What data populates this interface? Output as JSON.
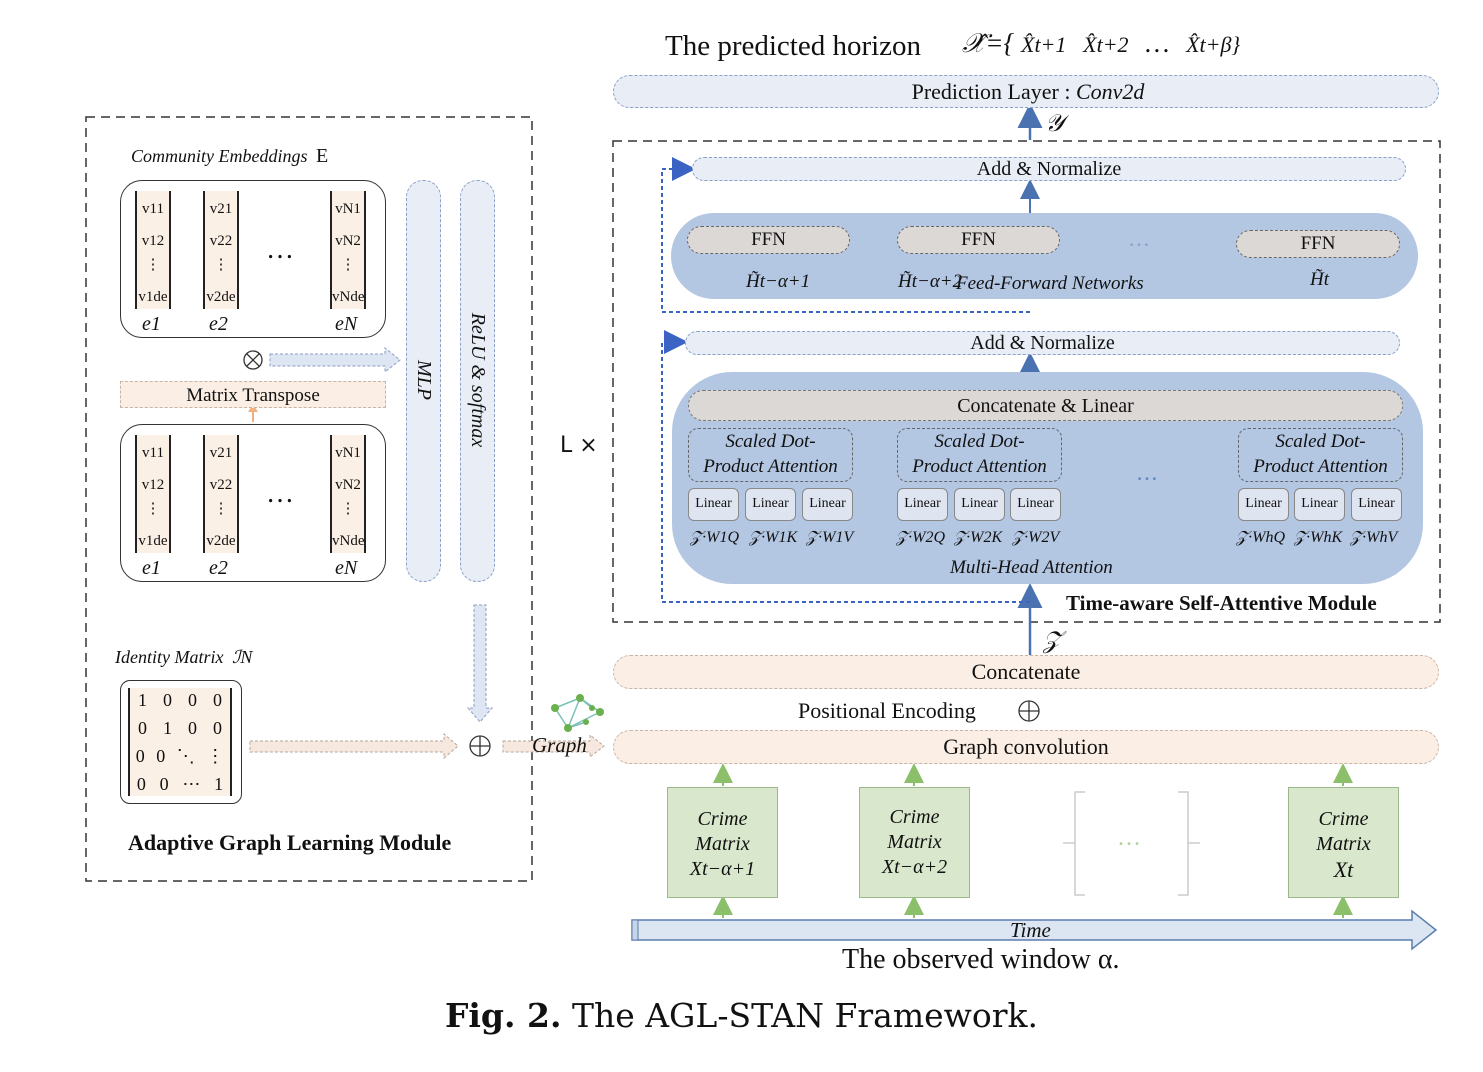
{
  "title": "The predicted horizon",
  "prediction_layer": {
    "label": "Prediction Layer : ",
    "label_italic": "Conv2d"
  },
  "symbols": {
    "y": "𝒴",
    "z": "𝒵",
    "l_times": "L ×",
    "horizon_lhs": "𝒳̂={",
    "horizon_items": [
      "X̂t+1",
      "X̂t+2",
      "…",
      "X̂t+β}"
    ]
  },
  "tsa_module": {
    "title": "Time-aware Self-Attentive Module",
    "add_norm_top": "Add & Normalize",
    "add_norm_mid": "Add & Normalize",
    "ffn": {
      "labels": [
        "FFN",
        "FFN",
        "FFN"
      ],
      "h_labels": [
        "H̃t−α+1",
        "H̃t−α+2",
        "H̃t"
      ],
      "caption": "Feed-Forward Networks",
      "dots": "…"
    },
    "mha": {
      "concat_linear": "Concatenate & Linear",
      "caption": "Multi-Head Attention",
      "heads": [
        {
          "attn": [
            "Scaled Dot-",
            "Product Attention"
          ],
          "linear": [
            "Linear",
            "Linear",
            "Linear"
          ],
          "weights": [
            "𝒵·W1Q",
            "𝒵·W1K",
            "𝒵·W1V"
          ]
        },
        {
          "attn": [
            "Scaled Dot-",
            "Product Attention"
          ],
          "linear": [
            "Linear",
            "Linear",
            "Linear"
          ],
          "weights": [
            "𝒵·W2Q",
            "𝒵·W2K",
            "𝒵·W2V"
          ]
        },
        {
          "attn": [
            "Scaled Dot-",
            "Product Attention"
          ],
          "linear": [
            "Linear",
            "Linear",
            "Linear"
          ],
          "weights": [
            "𝒵·WhQ",
            "𝒵·WhK",
            "𝒵·WhV"
          ]
        }
      ],
      "dots": "…"
    }
  },
  "concatenate": "Concatenate",
  "positional_encoding": "Positional Encoding",
  "graph_convolution": "Graph convolution",
  "graph_label": "Graph",
  "crime_matrices": [
    {
      "line1": "Crime",
      "line2": "Matrix",
      "sym": "Xt−α+1"
    },
    {
      "line1": "Crime",
      "line2": "Matrix",
      "sym": "Xt−α+2"
    },
    {
      "line1": "Crime",
      "line2": "Matrix",
      "sym": "Xt"
    }
  ],
  "crime_dots": "…",
  "time_label": "Time",
  "observed_window": "The observed window α.",
  "agl_module": {
    "title": "Adaptive Graph Learning Module",
    "community_embeddings": "Community Embeddings",
    "community_symbol": "E",
    "matrix_transpose": "Matrix Transpose",
    "mlp": "MLP",
    "relu_softmax": "ReLU & softmax",
    "identity_matrix": "Identity Matrix",
    "identity_symbol": "ℐN",
    "emb_top": {
      "cols": [
        [
          "v11",
          "v12",
          "⋮",
          "v1de"
        ],
        [
          "v21",
          "v22",
          "⋮",
          "v2de"
        ],
        [
          "vN1",
          "vN2",
          "⋮",
          "vNde"
        ]
      ],
      "labels": [
        "e1",
        "e2",
        "eN"
      ],
      "dots": "…"
    },
    "emb_bottom": {
      "cols": [
        [
          "v11",
          "v12",
          "⋮",
          "v1de"
        ],
        [
          "v21",
          "v22",
          "⋮",
          "v2de"
        ],
        [
          "vN1",
          "vN2",
          "⋮",
          "vNde"
        ]
      ],
      "labels": [
        "e1",
        "e2",
        "eN"
      ],
      "dots": "…"
    },
    "identity_rows": [
      [
        "1",
        "0",
        "0",
        "0"
      ],
      [
        "0",
        "1",
        "0",
        "0"
      ],
      [
        "0",
        "0",
        "⋱",
        "⋮"
      ],
      [
        "0",
        "0",
        "⋯",
        "1"
      ]
    ],
    "otimes": "⊗"
  },
  "caption": {
    "prefix": "Fig. 2.",
    "text": "The AGL-STAN Framework."
  },
  "colors": {
    "blue_fill": "#b3c6e2",
    "light_fill": "#e8edf6",
    "peach_fill": "#fbeee4",
    "green_fill": "#d9e8cc",
    "arrow_blue": "#4a72b0",
    "dashed_blue": "#3b63c4"
  }
}
